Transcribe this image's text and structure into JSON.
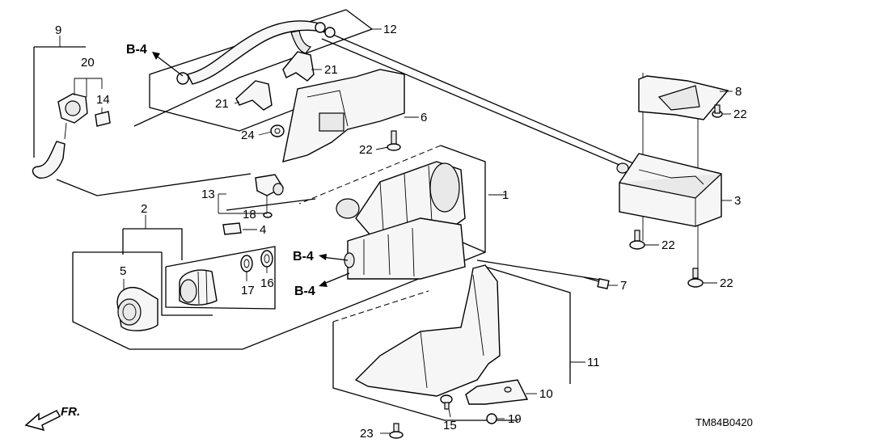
{
  "diagram": {
    "part_labels": [
      "1",
      "2",
      "3",
      "4",
      "5",
      "6",
      "7",
      "8",
      "9",
      "10",
      "11",
      "12",
      "13",
      "14",
      "15",
      "16",
      "17",
      "18",
      "19",
      "20",
      "21",
      "21",
      "22",
      "22",
      "22",
      "22",
      "23",
      "24"
    ],
    "ref_labels": [
      "B-4",
      "B-4",
      "B-4"
    ],
    "front_marker": "FR.",
    "drawing_code": "TM84B0420"
  }
}
